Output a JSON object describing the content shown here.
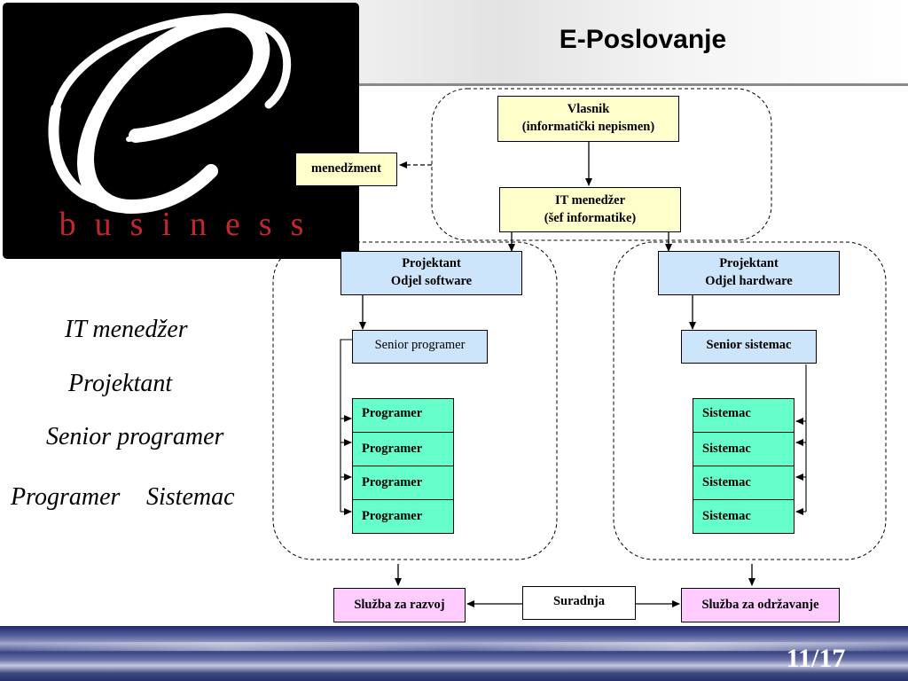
{
  "header": {
    "title": "E-Poslovanje"
  },
  "logo": {
    "letter": "e",
    "word": "business",
    "colors": {
      "background": "#000000",
      "word": "#c0282d",
      "letter": "#ffffff"
    }
  },
  "roles": {
    "it_manager": "IT menedžer",
    "projektant": "Projektant",
    "senior_programer": "Senior programer",
    "programer": "Programer",
    "sistemac": "Sistemac"
  },
  "diagram": {
    "owner": {
      "line1": "Vlasnik",
      "line2": "(informatički nepismen)"
    },
    "management": "menedžment",
    "it_manager": {
      "line1": "IT menedžer",
      "line2": "(šef informatike)"
    },
    "software_lead": {
      "line1": "Projektant",
      "line2": "Odjel software"
    },
    "hardware_lead": {
      "line1": "Projektant",
      "line2": "Odjel hardware"
    },
    "senior_programer": "Senior programer",
    "senior_sistemac": "Senior sistemac",
    "programers": [
      "Programer",
      "Programer",
      "Programer",
      "Programer"
    ],
    "sistemci": [
      "Sistemac",
      "Sistemac",
      "Sistemac",
      "Sistemac"
    ],
    "dev_service": "Služba za razvoj",
    "cooperation": "Suradnja",
    "maintenance_service": "Služba za održavanje",
    "colors": {
      "yellow": "#ffffcc",
      "blue": "#cce5fb",
      "green": "#66ffcc",
      "pink": "#ffccff"
    }
  },
  "footer": {
    "page": "11/17"
  }
}
